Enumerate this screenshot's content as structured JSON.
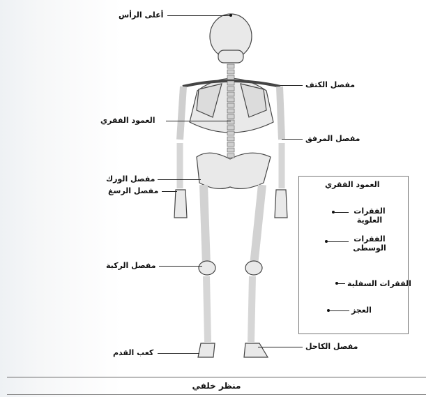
{
  "figure": {
    "caption": "منظر خلفي",
    "labels": {
      "top_of_head": "أعلى الرأس",
      "shoulder_joint": "مفصل الكتف",
      "spinal_column": "العمود الفقري",
      "elbow_joint": "مفصل المرفق",
      "hip_joint": "مفصل الورك",
      "wrist_joint": "مفصل الرسغ",
      "knee_joint": "مفصل الركبة",
      "heel": "كعب القدم",
      "ankle_joint": "مفصل الكاحل"
    },
    "inset": {
      "title": "العمود الفقري",
      "upper_vertebrae": "الفقرات العلوية",
      "middle_vertebrae": "الفقرات الوسطى",
      "lower_vertebrae": "الفقرات السفلية",
      "coccyx": "العجز"
    }
  }
}
